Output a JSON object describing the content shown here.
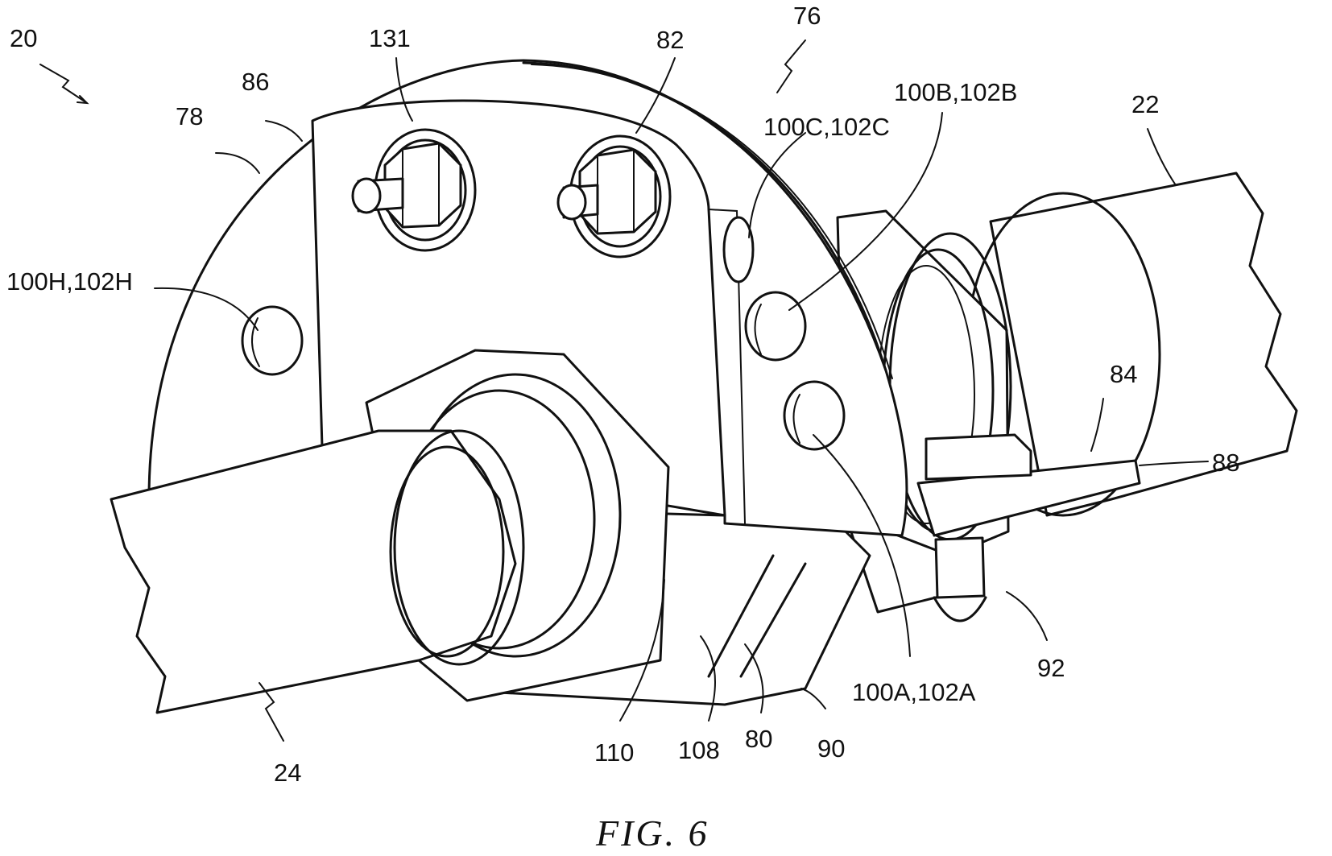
{
  "figure": {
    "caption": "FIG. 6"
  },
  "labels": {
    "l20": "20",
    "l131": "131",
    "l82": "82",
    "l76": "76",
    "l86": "86",
    "l78": "78",
    "l100b": "100B,102B",
    "l100c": "100C,102C",
    "l22": "22",
    "l100h": "100H,102H",
    "l84": "84",
    "l88": "88",
    "l92": "92",
    "l100a": "100A,102A",
    "l24": "24",
    "l110": "110",
    "l108": "108",
    "l80": "80",
    "l90": "90"
  }
}
